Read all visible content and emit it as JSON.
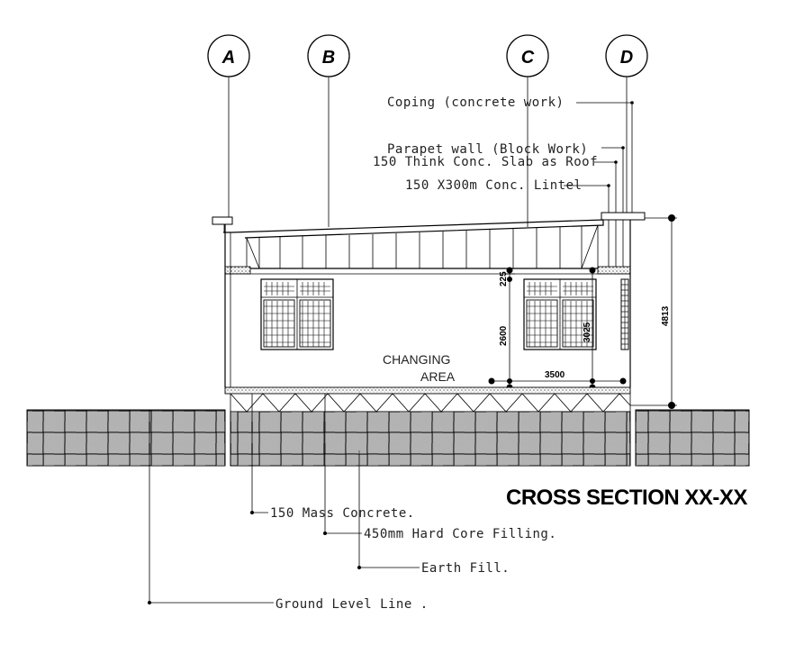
{
  "grid_lines": [
    {
      "label": "A"
    },
    {
      "label": "B"
    },
    {
      "label": "C"
    },
    {
      "label": "D"
    }
  ],
  "annotations": {
    "coping": "Coping (concrete work)",
    "parapet": "Parapet wall (Block Work)",
    "slab": "150 Think Conc. Slab as Roof",
    "lintel": "150 X300m Conc. Lintel",
    "mass_concrete": "150 Mass Concrete.",
    "hard_core": "450mm Hard Core Filling.",
    "earth_fill": "Earth Fill.",
    "ground_level": "Ground Level Line ."
  },
  "room": {
    "line1": "CHANGING",
    "line2": "AREA"
  },
  "dimensions": {
    "d225": "225",
    "d2600": "2600",
    "d3025": "3025",
    "d3500": "3500",
    "d4813": "4813"
  },
  "title": "CROSS SECTION XX-XX"
}
